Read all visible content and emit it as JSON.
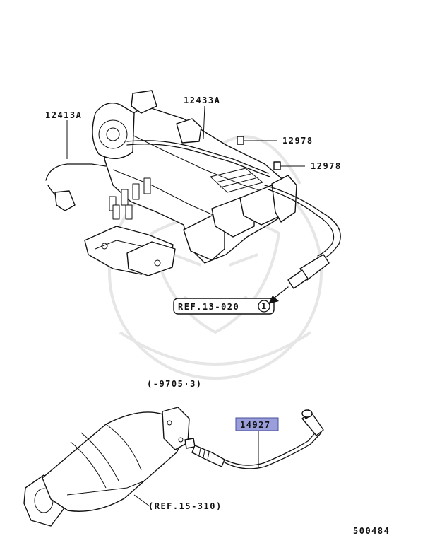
{
  "diagram": {
    "callouts": {
      "harness_left": "12413A",
      "harness_top": "12433A",
      "bolt_upper": "12978",
      "bolt_lower": "12978",
      "ref_upper": "REF.13-020",
      "ref_upper_circle": "1",
      "period": "(-9705·3)",
      "sensor": "14927",
      "ref_lower": "(REF.15-310)",
      "figure_no": "500484"
    },
    "colors": {
      "line": "#111111",
      "highlight": "#9a9fdc",
      "watermark": "#e6e6e6"
    }
  }
}
